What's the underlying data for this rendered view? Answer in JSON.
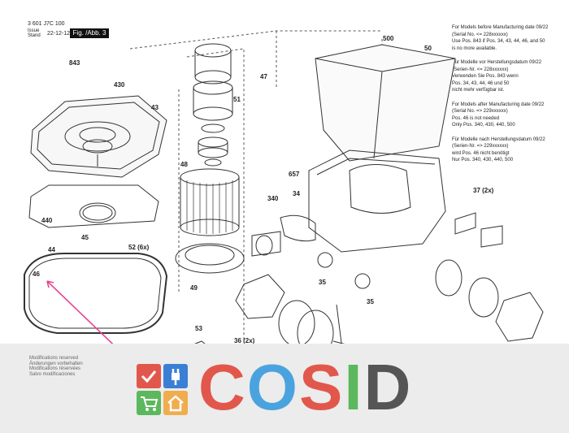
{
  "header": {
    "doc_number": "3 601 J7C 100",
    "issue_label_1": "Issue",
    "issue_label_2": "Stand",
    "issue_date": "22-12-12",
    "fig_tag": "Fig. /Abb. 3"
  },
  "notes": [
    "For Models before Manufacturing date 09/22",
    "(Serial No. <= 228xxxxxx)",
    "Use Pos. 843 if Pos. 34, 43, 44, 46, and 50",
    "is no more available.",
    "",
    "Für Modelle vor Herstellungsdatum 09/22",
    "(Serien-Nr. <= 228xxxxxx)",
    "Verwenden Sie Pos. 843 wenn",
    "Pos. 34, 43, 44, 46 und 50",
    "nicht mehr verfügbar ist.",
    "",
    "For Models after Manufacturing date 09/22",
    "(Serial No. => 229xxxxxx)",
    "Pos. 46 is not needed",
    "Only  Pos. 340, 430, 440, 500",
    "",
    "Für Modelle nach Herstellungsdatum 09/22",
    "(Serien-Nr. => 229xxxxxx)",
    "wird Pos. 46 nicht benötigt",
    "Nur Pos. 340, 430, 440, 500"
  ],
  "callouts": {
    "c843": "843",
    "c430": "430",
    "c43": "43",
    "c440": "440",
    "c45": "45",
    "c44": "44",
    "c52": "52 (6x)",
    "c46": "46",
    "c47": "47",
    "c51": "51",
    "c48": "48",
    "c49": "49",
    "c500": "500",
    "c50": "50",
    "c657": "657",
    "c340": "340",
    "c34": "34",
    "c37": "37 (2x)",
    "c35a": "35",
    "c35b": "35",
    "c53": "53",
    "c36": "36 (2x)"
  },
  "footer": {
    "modifications": [
      "Modifications reserved",
      "Änderungen vorbehalten",
      "Modifications réservées",
      "Salvo modificaciones"
    ],
    "logo_word_letters": [
      "C",
      "O",
      "S",
      "I",
      "D"
    ]
  },
  "colors": {
    "accent_pink": "#e8458f",
    "logo_c": "#e2574c",
    "logo_o": "#4aa3df",
    "logo_s": "#e2574c",
    "logo_i": "#5cb85c",
    "logo_d": "#555555",
    "tile_red": "#e2574c",
    "tile_blue": "#3b7fd4",
    "tile_green": "#5cb85c",
    "tile_orange": "#f0ad4e"
  }
}
